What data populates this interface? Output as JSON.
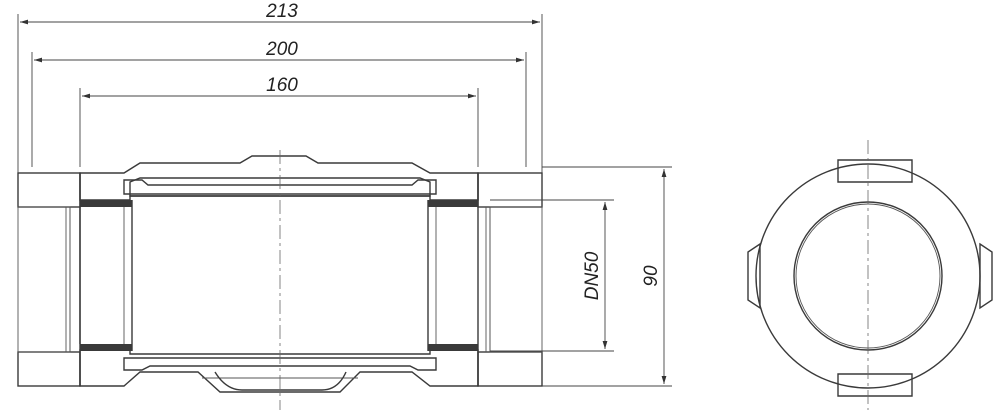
{
  "drawing": {
    "dimensions": {
      "overall_length": "213",
      "body_length": "200",
      "inner_length": "160",
      "nominal_diameter": "DN50",
      "outer_diameter": "90"
    }
  }
}
